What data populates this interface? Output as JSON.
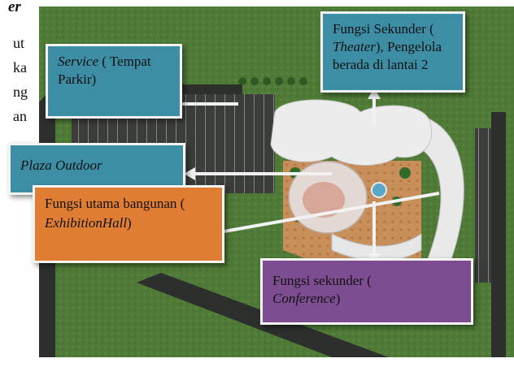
{
  "page_fragments": [
    "er",
    "ut",
    "ka",
    "ng",
    "an"
  ],
  "labels": {
    "service": {
      "italic": "Service",
      "rest": " ( Tempat Parkir)"
    },
    "theater": {
      "pre": "Fungsi Sekunder (",
      "italic": "Theater",
      "post": "), Pengelola berada di lantai 2"
    },
    "plaza": {
      "italic": "Plaza Outdoor"
    },
    "exhibition": {
      "pre": "Fungsi utama bangunan (",
      "italic": "ExhibitionHall",
      "post": ")"
    },
    "conference": {
      "pre": "Fungsi sekunder (",
      "italic": "Conference",
      "post": ")"
    }
  },
  "colors": {
    "teal": "#3d8ea5",
    "orange": "#e07d35",
    "purple": "#7c4e91",
    "grass": "#4f7a37",
    "plaza": "#c98f5a",
    "road": "#2d2f2c",
    "building": "#e9e9e9"
  }
}
